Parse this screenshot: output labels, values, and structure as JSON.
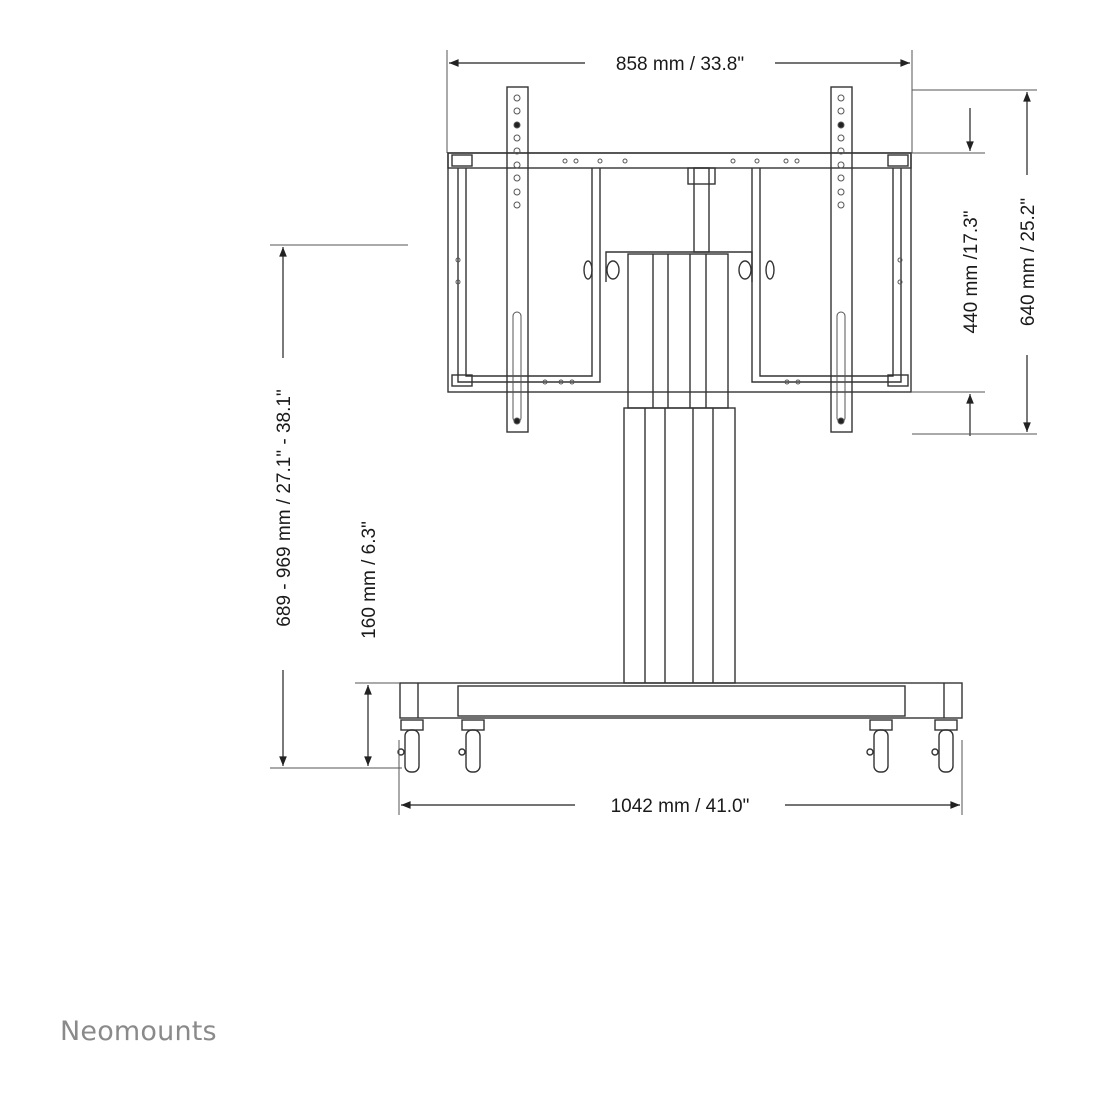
{
  "dimensions": {
    "width_top": "858 mm / 33.8\"",
    "vesa_height": "440 mm /17.3\"",
    "bracket_height": "640 mm / 25.2\"",
    "height_range": "689 - 969 mm / 27.1\" - 38.1\"",
    "base_height": "160 mm / 6.3\"",
    "base_width": "1042 mm / 41.0\""
  },
  "brand": {
    "logo_text": "Neomounts",
    "color": "#8a8a8a"
  }
}
